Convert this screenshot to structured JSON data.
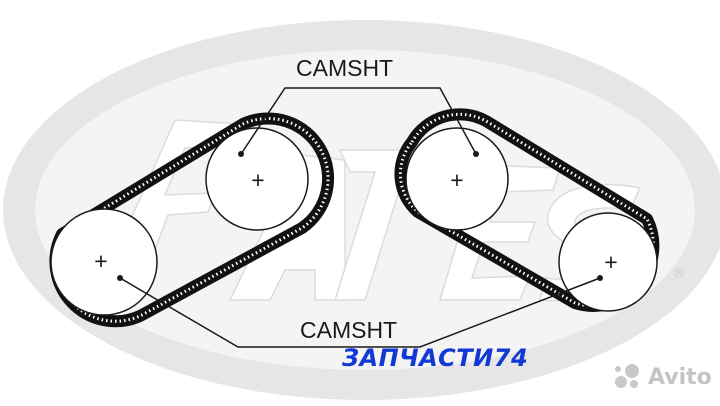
{
  "diagram": {
    "label_top": "CAMSHT",
    "label_bottom": "CAMSHT",
    "plus": "+"
  },
  "watermark": {
    "brand_logo": "Gates",
    "shop_text": "ЗАПЧАСТИ74",
    "avito_text": "Avito"
  },
  "colors": {
    "belt": "#111111",
    "logo_ellipse": "#e6e6e6",
    "shop_blue": "#1238d6",
    "avito_gray": "#c4c4c4"
  }
}
